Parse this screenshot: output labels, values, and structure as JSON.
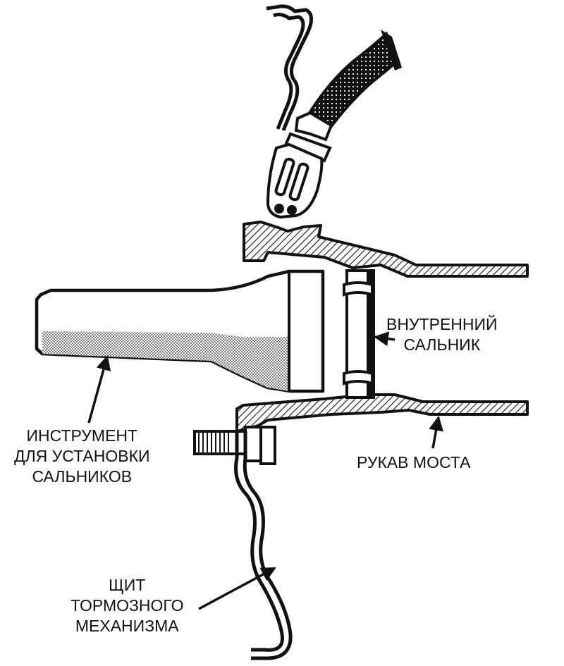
{
  "labels": {
    "inner_seal": [
      "ВНУТРЕННИЙ",
      "САЛЬНИК"
    ],
    "seal_tool": [
      "ИНСТРУМЕНТ",
      "ДЛЯ УСТАНОВКИ",
      "САЛЬНИКОВ"
    ],
    "axle_tube": [
      "РУКАВ МОСТА"
    ],
    "brake_shield": [
      "ЩИТ",
      "ТОРМОЗНОГО",
      "МЕХАНИЗМА"
    ]
  },
  "colors": {
    "ink": "#111111",
    "paper": "#ffffff",
    "shade": "#9a9a9a"
  }
}
